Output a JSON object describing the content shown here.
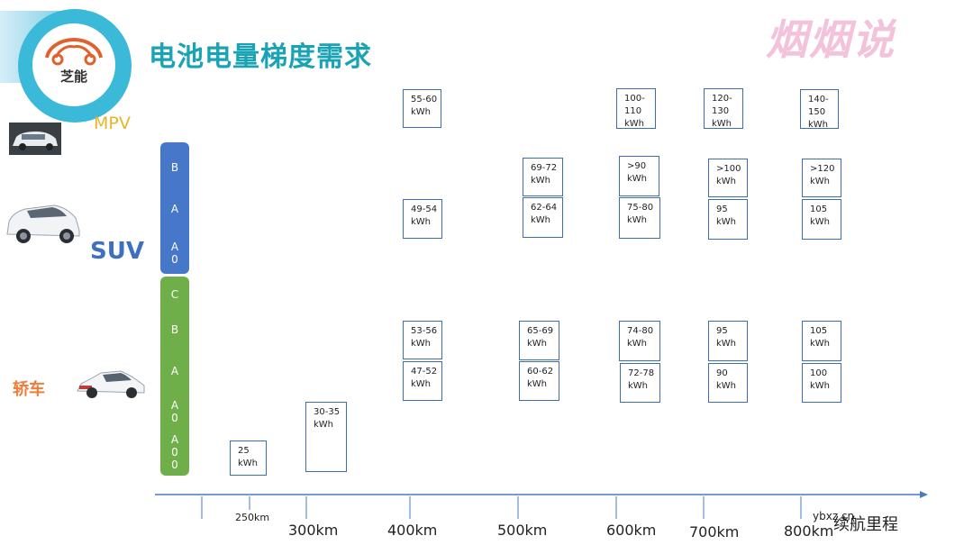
{
  "header": {
    "title": "电池电量梯度需求",
    "logo_text": "芝能",
    "watermark": "烟烟说"
  },
  "vehicle_classes": [
    {
      "id": "mpv",
      "label": "MPV",
      "color": "#e6b62a"
    },
    {
      "id": "suv",
      "label": "SUV",
      "color": "#3f6fbf"
    },
    {
      "id": "sedan",
      "label": "轿车",
      "color": "#ef7c3a"
    }
  ],
  "segments": {
    "upper": [
      "B",
      "A",
      "A\n0"
    ],
    "lower": [
      "C",
      "B",
      "A",
      "A\n0",
      "A\n0\n0"
    ]
  },
  "x_axis": {
    "title": "续航里程",
    "ticks": [
      "250km",
      "300km",
      "400km",
      "500km",
      "600km",
      "700km",
      "800km"
    ],
    "footer_mark": "ybxz.cn"
  },
  "capacity_boxes": [
    {
      "id": "mpv-400",
      "range": "400km",
      "lines": [
        "55-60",
        "kWh"
      ]
    },
    {
      "id": "mpv-600",
      "range": "600km",
      "lines": [
        "100-",
        "110",
        "kWh"
      ]
    },
    {
      "id": "mpv-700",
      "range": "700km",
      "lines": [
        "120-",
        "130",
        "kWh"
      ]
    },
    {
      "id": "mpv-800",
      "range": "800km",
      "lines": [
        "140-",
        "150",
        "kWh"
      ]
    },
    {
      "id": "suv-b-500",
      "range": "500km",
      "lines": [
        "69-72",
        "kWh"
      ]
    },
    {
      "id": "suv-b-600",
      "range": "600km",
      "lines": [
        ">90",
        "kWh"
      ]
    },
    {
      "id": "suv-b-700",
      "range": "700km",
      "lines": [
        ">100",
        "kWh"
      ]
    },
    {
      "id": "suv-b-800",
      "range": "800km",
      "lines": [
        ">120",
        "kWh"
      ]
    },
    {
      "id": "suv-a-400",
      "range": "400km",
      "lines": [
        "49-54",
        "kWh"
      ]
    },
    {
      "id": "suv-a-500",
      "range": "500km",
      "lines": [
        "62-64",
        "kWh"
      ]
    },
    {
      "id": "suv-a-600",
      "range": "600km",
      "lines": [
        "75-80",
        "kWh"
      ]
    },
    {
      "id": "suv-a-700",
      "range": "700km",
      "lines": [
        "95",
        "kWh"
      ]
    },
    {
      "id": "suv-a-800",
      "range": "800km",
      "lines": [
        "105",
        "kWh"
      ]
    },
    {
      "id": "sedan-b-400",
      "range": "400km",
      "lines": [
        "53-56",
        "kWh"
      ]
    },
    {
      "id": "sedan-b-500",
      "range": "500km",
      "lines": [
        "65-69",
        "kWh"
      ]
    },
    {
      "id": "sedan-b-600",
      "range": "600km",
      "lines": [
        "74-80",
        "kWh"
      ]
    },
    {
      "id": "sedan-b-700",
      "range": "700km",
      "lines": [
        "95",
        "kWh"
      ]
    },
    {
      "id": "sedan-b-800",
      "range": "800km",
      "lines": [
        "105",
        "kWh"
      ]
    },
    {
      "id": "sedan-a-400",
      "range": "400km",
      "lines": [
        "47-52",
        "kWh"
      ]
    },
    {
      "id": "sedan-a-500",
      "range": "500km",
      "lines": [
        "60-62",
        "kWh"
      ]
    },
    {
      "id": "sedan-a-600",
      "range": "600km",
      "lines": [
        "72-78",
        "kWh"
      ]
    },
    {
      "id": "sedan-a-700",
      "range": "700km",
      "lines": [
        "90",
        "kWh"
      ]
    },
    {
      "id": "sedan-a-800",
      "range": "800km",
      "lines": [
        "100",
        "kWh"
      ]
    },
    {
      "id": "a00-250",
      "range": "250km",
      "lines": [
        "25",
        "kWh"
      ]
    },
    {
      "id": "a00-300",
      "range": "300km",
      "lines": [
        "30-35",
        "kWh"
      ]
    }
  ]
}
